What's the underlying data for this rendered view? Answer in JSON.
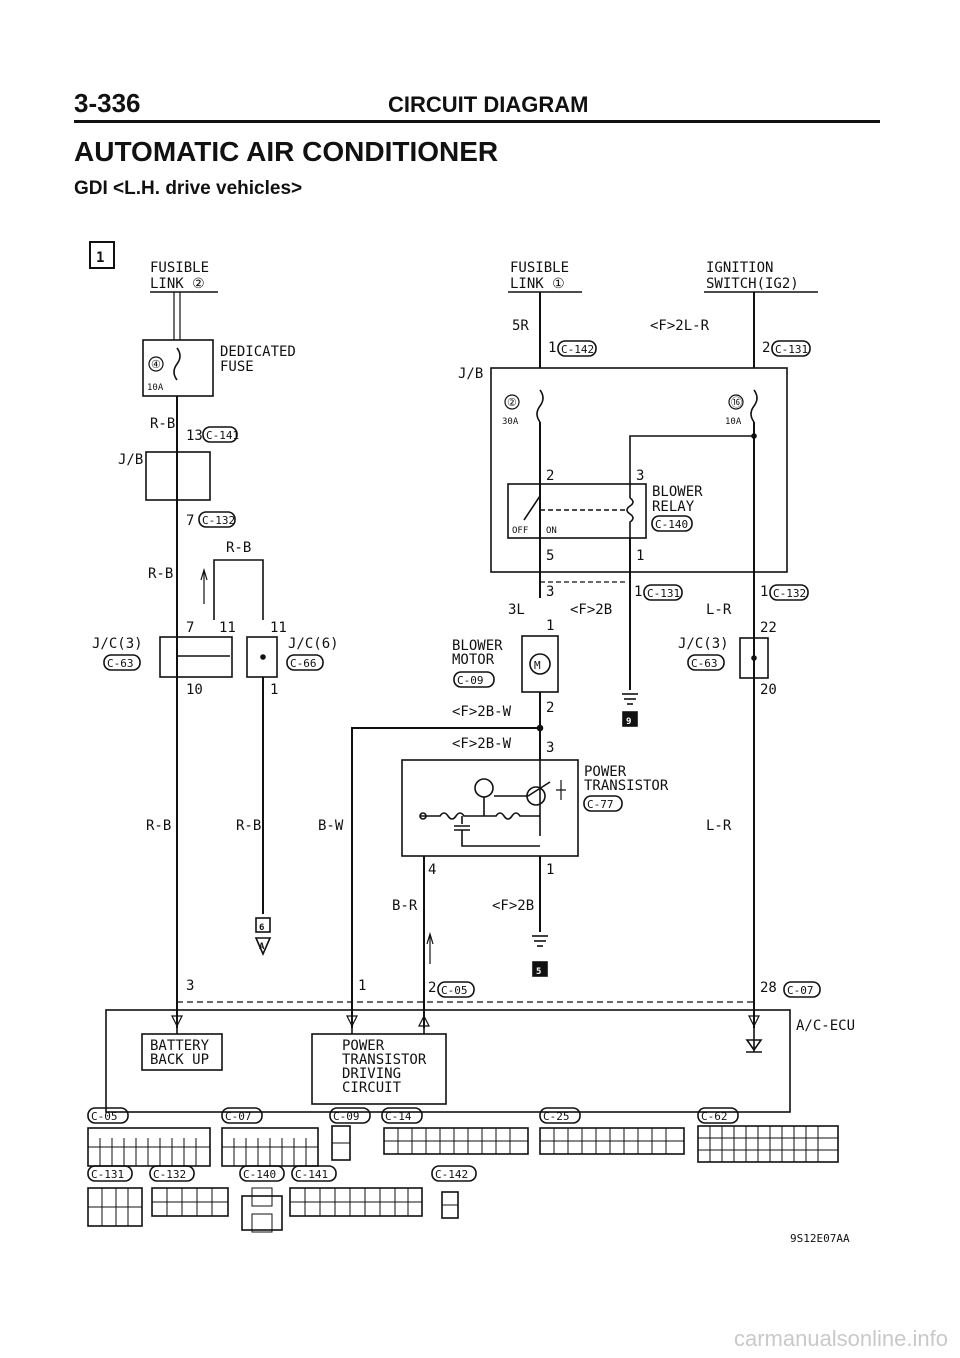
{
  "header": {
    "page_number": "3-336",
    "section": "CIRCUIT DIAGRAM"
  },
  "title": "AUTOMATIC AIR CONDITIONER",
  "subtitle": "GDI <L.H. drive vehicles>",
  "sheet_number": "1",
  "components": {
    "fusible_link_2": {
      "line1": "FUSIBLE",
      "line2": "LINK ②"
    },
    "fusible_link_1": {
      "line1": "FUSIBLE",
      "line2": "LINK ①"
    },
    "ignition_switch": {
      "line1": "IGNITION",
      "line2": "SWITCH(IG2)"
    },
    "dedicated_fuse": {
      "line1": "DEDICATED",
      "line2": "FUSE",
      "num": "④",
      "rating": "10A"
    },
    "jb_fuse_2": {
      "num": "②",
      "rating": "30A"
    },
    "jb_fuse_16": {
      "num": "⑯",
      "rating": "10A"
    },
    "blower_relay": {
      "line1": "BLOWER",
      "line2": "RELAY",
      "conn": "C-140",
      "off": "OFF",
      "on": "ON"
    },
    "blower_motor": {
      "line1": "BLOWER",
      "line2": "MOTOR",
      "conn": "C-09"
    },
    "power_transistor": {
      "line1": "POWER",
      "line2": "TRANSISTOR",
      "conn": "C-77"
    },
    "jc3_left": {
      "line1": "J/C(3)",
      "conn": "C-63"
    },
    "jc6": {
      "line1": "J/C(6)",
      "conn": "C-66"
    },
    "jc3_right": {
      "line1": "J/C(3)",
      "conn": "C-63"
    },
    "acecu": {
      "label": "A/C-ECU"
    },
    "battery_backup": {
      "line1": "BATTERY",
      "line2": "BACK UP"
    },
    "pt_driving": {
      "line1": "POWER",
      "line2": "TRANSISTOR",
      "line3": "DRIVING",
      "line4": "CIRCUIT"
    }
  },
  "labels": {
    "jb_left": "J/B",
    "jb_right": "J/B",
    "wire_rb_1": "R-B",
    "wire_rb_2": "R-B",
    "wire_rb_3": "R-B",
    "wire_rb_4": "R-B",
    "wire_rb_5": "R-B",
    "wire_bw": "B-W",
    "wire_br": "B-R",
    "wire_5r": "5R",
    "wire_f2lr": "<F>2L-R",
    "wire_3l": "3L",
    "wire_f2b_1": "<F>2B",
    "wire_f2b_2": "<F>2B",
    "wire_lr_1": "L-R",
    "wire_lr_2": "L-R",
    "wire_f2bw_1": "<F>2B-W",
    "wire_f2bw_2": "<F>2B-W",
    "pin_13": "13",
    "c141": "C-141",
    "pin_7a": "7",
    "c132a": "C-132",
    "pin_7b": "7",
    "pin_11a": "11",
    "pin_11b": "11",
    "pin_10": "10",
    "pin_1a": "1",
    "pin_1b": "1",
    "c142": "C-142",
    "pin_2a": "2",
    "c131a": "C-131",
    "pin_2b": "2",
    "pin_3a": "3",
    "pin_5": "5",
    "pin_1c": "1",
    "pin_3b": "3",
    "pin_1d": "1",
    "c131b": "C-131",
    "pin_1e": "1",
    "c132b": "C-132",
    "pin_1f": "1",
    "pin_22": "22",
    "pin_20": "20",
    "pin_2c": "2",
    "pin_3c": "3",
    "pin_4": "4",
    "pin_1g": "1",
    "pin_3d": "3",
    "pin_1h": "1",
    "pin_2d": "2",
    "c05": "C-05",
    "pin_28": "28",
    "c07": "C-07",
    "ground_9": "9",
    "ground_5": "5",
    "ground_6": "6",
    "ground_a": "A"
  },
  "connector_ids": {
    "row1": [
      "C-05",
      "C-07",
      "C-09",
      "C-14",
      "C-25",
      "C-62"
    ],
    "row2": [
      "C-131",
      "C-132",
      "C-140",
      "C-141",
      "C-142"
    ]
  },
  "footer_code": "9S12E07AA",
  "watermark": "carmanualsonline.info"
}
